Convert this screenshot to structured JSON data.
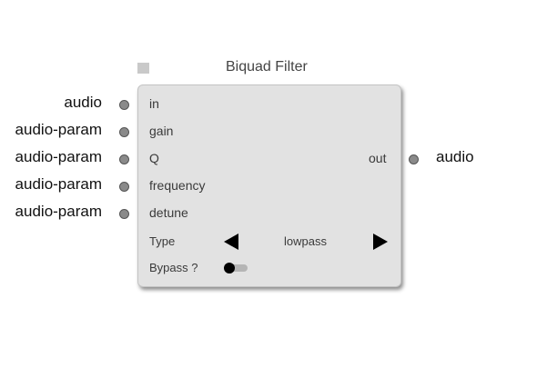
{
  "node": {
    "title": "Biquad Filter",
    "inputs": [
      {
        "port": "in",
        "type": "audio"
      },
      {
        "port": "gain",
        "type": "audio-param"
      },
      {
        "port": "Q",
        "type": "audio-param"
      },
      {
        "port": "frequency",
        "type": "audio-param"
      },
      {
        "port": "detune",
        "type": "audio-param"
      }
    ],
    "outputs": [
      {
        "port": "out",
        "type": "audio"
      }
    ],
    "controls": {
      "type_label": "Type",
      "type_value": "lowpass",
      "bypass_label": "Bypass ?",
      "bypass_on": false
    }
  },
  "colors": {
    "node_bg": "#e2e2e2",
    "port_dot": "#8a8a8a",
    "toggle_track": "#b5b5b5"
  }
}
